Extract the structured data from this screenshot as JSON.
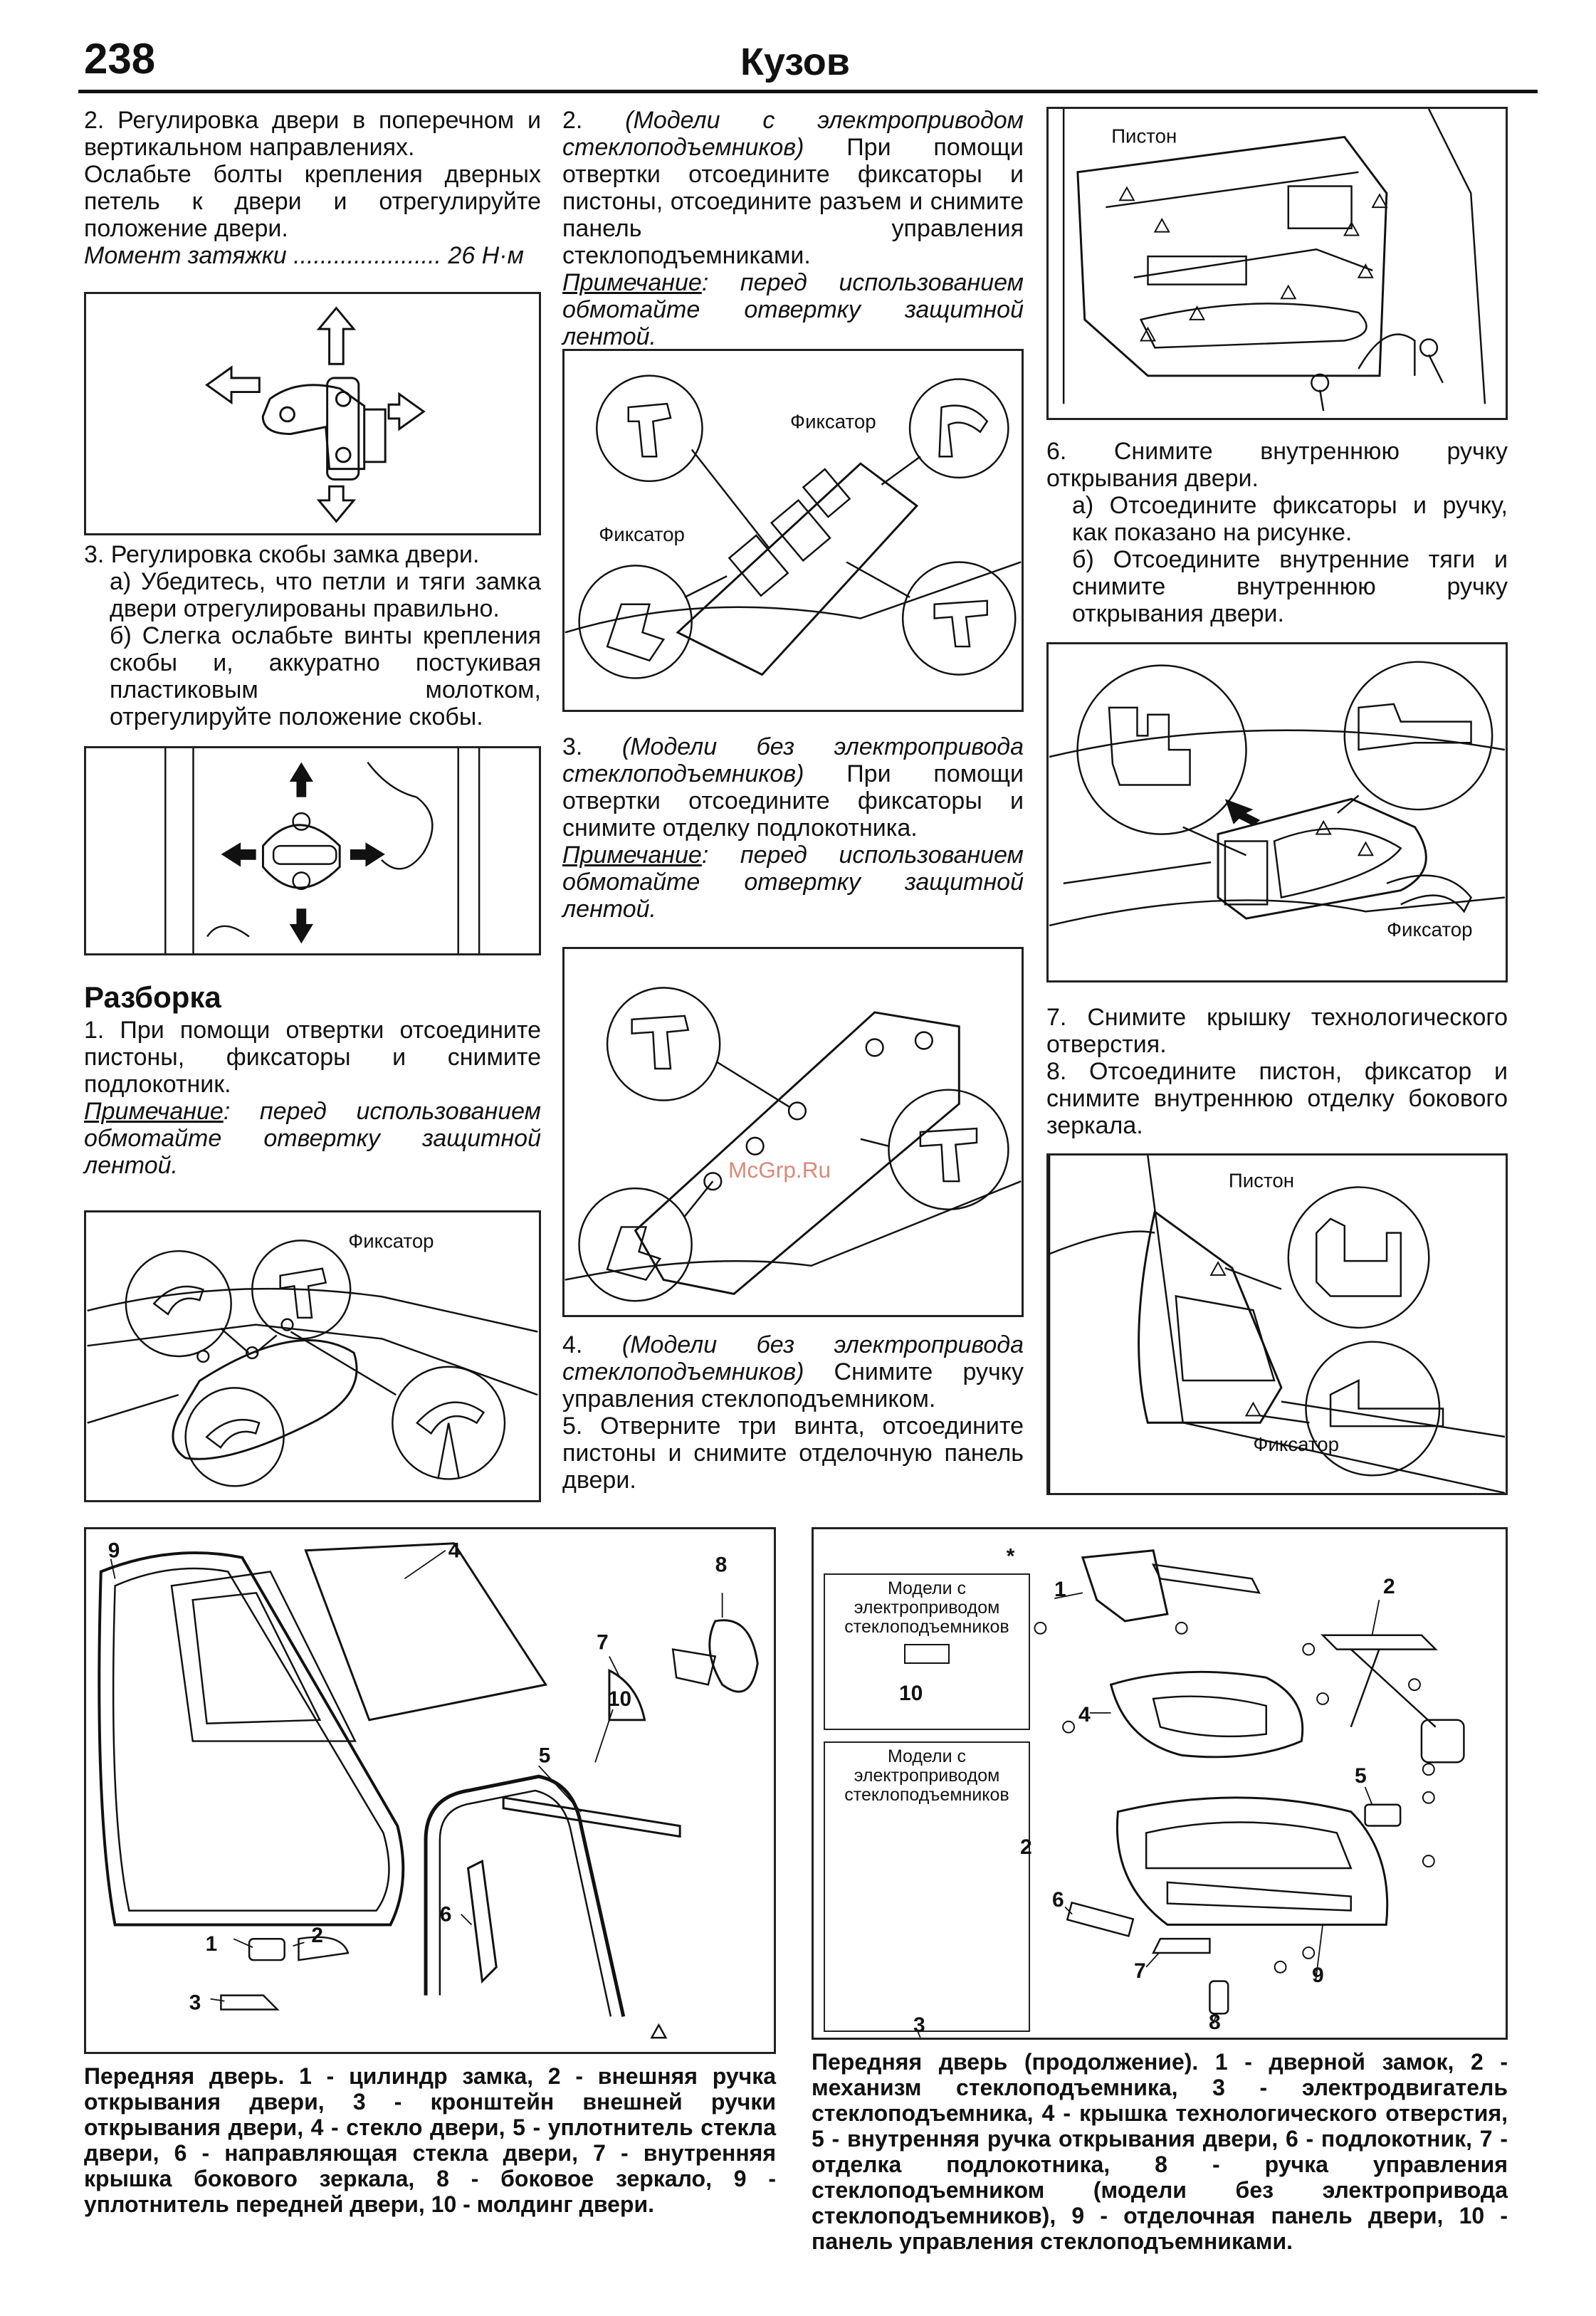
{
  "header": {
    "page_number": "238",
    "title": "Кузов"
  },
  "col1": {
    "s2": [
      "2. Регулировка двери в поперечном и вертикальном направлениях.",
      "Ослабьте болты крепления дверных петель к двери и отрегулируйте положение двери."
    ],
    "torque": "Момент затяжки ...................... 26 Н·м",
    "s3_title": "3. Регулировка скобы замка двери.",
    "s3a": "а) Убедитесь, что петли и тяги замка двери отрегулированы правильно.",
    "s3b": "б) Слегка ослабьте винты крепления скобы и, аккуратно постукивая пластиковым молотком, отрегулируйте положение скобы.",
    "disasm_title": "Разборка",
    "d1": "1. При помощи отвертки отсоедините пистоны, фиксаторы и снимите подлокотник.",
    "note_label": "Примечание",
    "note_text": ": перед использованием обмотайте отвертку защитной лентой.",
    "fig_label": "Фиксатор"
  },
  "col2": {
    "s2": "2. (Модели с электроприводом стеклоподъемников) При помощи отвертки отсоедините фиксаторы и пистоны, отсоедините разъем и снимите панель управления стеклоподъемниками.",
    "s2_model": "(Модели с электроприводом стеклоподъемников)",
    "s2_rest": " При помощи отвертки отсоедините фиксаторы и пистоны, отсоедините разъем и снимите панель управления стеклоподъемниками.",
    "note_label": "Примечание",
    "note_text": ": перед использованием обмотайте отвертку защитной лентой.",
    "fig_label_a": "Фиксатор",
    "fig_label_b": "Фиксатор",
    "s3_num": "3. ",
    "s3_model": "(Модели без электропривода стеклоподъемников)",
    "s3_rest": " При помощи отвертки отсоедините фиксаторы и снимите отделку подлокотника.",
    "note2_label": "Примечание",
    "note2_text": ": перед использованием обмотайте отвертку защитной лентой.",
    "watermark": "McGrp.Ru",
    "s4_num": "4. ",
    "s4_model": "(Модели без электропривода стеклоподъемников)",
    "s4_rest": " Снимите ручку управления стеклоподъемником.",
    "s5": "5. Отверните три винта, отсоедините пистоны и снимите отделочную панель двери.",
    "s2_num": "2. "
  },
  "col3": {
    "fig1_label": "Пистон",
    "s6_title": "6. Снимите внутреннюю ручку открывания двери.",
    "s6a": "а) Отсоедините фиксаторы и ручку, как показано на рисунке.",
    "s6b": "б) Отсоедините внутренние тяги и снимите внутреннюю ручку открывания двери.",
    "fig2_label": "Фиксатор",
    "s7": "7. Снимите крышку технологического отверстия.",
    "s8": "8. Отсоедините пистон, фиксатор и снимите внутреннюю отделку бокового зеркала.",
    "fig3_label_a": "Пистон",
    "fig3_label_b": "Фиксатор"
  },
  "exploded_left": {
    "numbers": [
      "9",
      "4",
      "8",
      "7",
      "10",
      "5",
      "1",
      "2",
      "6",
      "3"
    ],
    "caption": "Передняя дверь. 1 - цилиндр замка, 2 - внешняя ручка открывания двери, 3 - кронштейн внешней ручки открывания двери, 4 - стекло двери, 5 - уплотнитель стекла двери, 6 - направляющая стекла двери, 7 - внутренняя крышка бокового зеркала, 8 - боковое зеркало, 9 - уплотнитель передней двери, 10 - молдинг двери."
  },
  "exploded_right": {
    "inset1": "Модели с электроприводом стеклоподъемников",
    "inset2": "Модели с электроприводом стеклоподъемников",
    "numbers": [
      "1",
      "2",
      "10",
      "4",
      "5",
      "2",
      "6",
      "7",
      "3",
      "9",
      "8"
    ],
    "star": "*",
    "caption": "Передняя дверь (продолжение). 1 - дверной замок, 2 - механизм стеклоподъемника, 3 - электродвигатель стеклоподъемника, 4 - крышка технологического отверстия, 5 - внутренняя ручка открывания двери, 6 - подлокотник, 7 - отделка подлокотника, 8 - ручка управления стеклоподъемником (модели без электропривода стеклоподъемников), 9 - отделочная панель двери, 10 - панель управления стеклоподъемниками."
  }
}
